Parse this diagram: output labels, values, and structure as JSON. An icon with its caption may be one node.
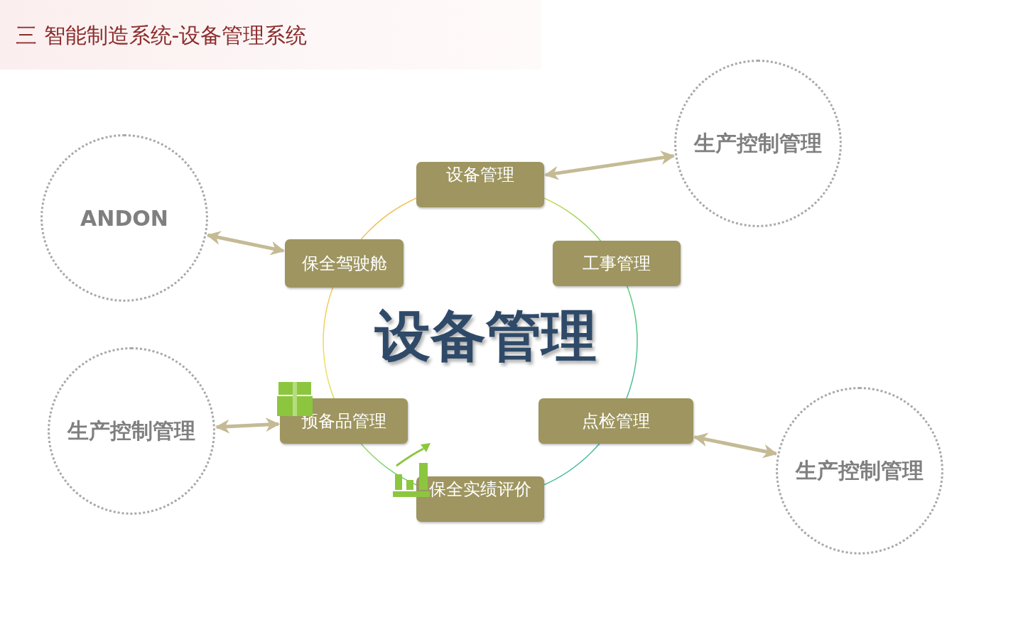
{
  "diagram": {
    "title": "三 智能制造系统-设备管理系统",
    "nodes": [
      {
        "text": [
          "设备管理"
        ]
      },
      {
        "text": [
          "工事管理"
        ]
      },
      {
        "text": [
          "点检管理"
        ]
      },
      {
        "text": [
          "保全实绩评价"
        ]
      },
      {
        "text": [
          "预备品管理"
        ]
      },
      {
        "text": [
          "保全驾驶舱"
        ]
      },
      {
        "text": [
          "ANDON"
        ]
      },
      {
        "text": [
          "生产控制管理"
        ]
      },
      {
        "text": [
          "生产控制管理"
        ]
      },
      {
        "text": [
          "生产控制管理"
        ]
      }
    ],
    "edges": [
      {
        "from": 0,
        "to": 7,
        "arrow": "both"
      },
      {
        "from": 5,
        "to": 6,
        "arrow": "both"
      },
      {
        "from": 4,
        "to": 8,
        "arrow": "both"
      },
      {
        "from": 2,
        "to": 9,
        "arrow": "both"
      }
    ],
    "labels": [
      "设备管理"
    ]
  }
}
